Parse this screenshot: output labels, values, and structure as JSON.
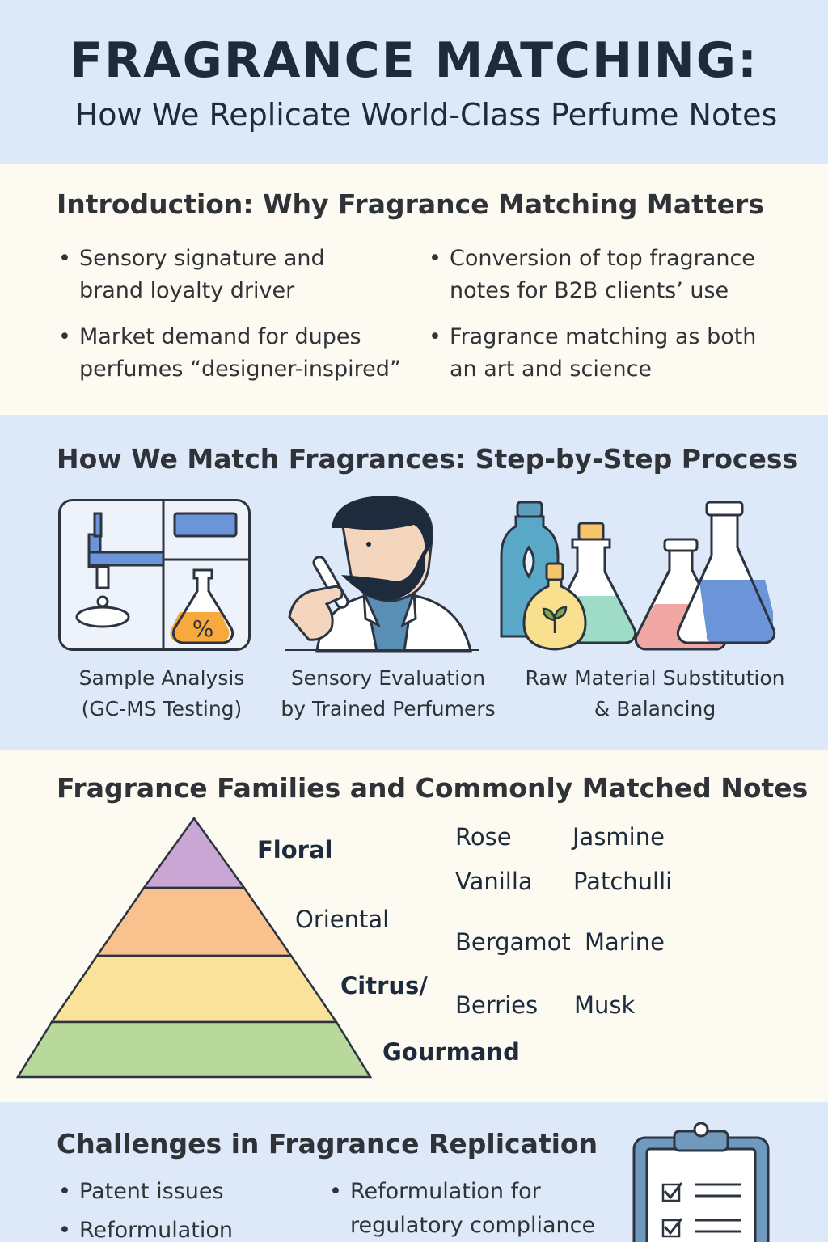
{
  "header": {
    "title": "FRAGRANCE MATCHING:",
    "subtitle": "How We Replicate World-Class Perfume Notes"
  },
  "intro": {
    "heading": "Introduction: Why Fragrance Matching Matters",
    "bullets": [
      [
        "Sensory signature and",
        "brand loyalty driver"
      ],
      [
        "Conversion of top fragrance",
        "notes for B2B clients’ use"
      ],
      [
        "Market demand for dupes",
        "perfumes “designer-inspired”"
      ],
      [
        "Fragrance matching as both",
        "an art and science"
      ]
    ]
  },
  "process": {
    "heading": "How We Match Fragrances: Step-by-Step Process",
    "steps": [
      {
        "line1": "Sample Analysis",
        "line2": "(GC-MS Testing)",
        "icon": "gc-ms-analyzer-icon"
      },
      {
        "line1": "Sensory Evaluation",
        "line2": "by Trained Perfumers",
        "icon": "perfumer-smelling-icon"
      },
      {
        "line1": "Raw Material Substitution",
        "line2": "& Balancing",
        "icon": "flasks-bottles-icon"
      }
    ],
    "percent_symbol": "%"
  },
  "families": {
    "heading": "Fragrance Families and Commonly Matched Notes",
    "tiers": [
      {
        "label": "Floral",
        "color": "#c9a6d4"
      },
      {
        "label": "Oriental",
        "color": "#f9c18e"
      },
      {
        "label": "Citrus/",
        "color": "#fbe29a"
      },
      {
        "label": "Gourmand",
        "color": "#b9d89c"
      }
    ],
    "notes": [
      [
        "Rose",
        "Jasmine"
      ],
      [
        "Vanilla",
        "Patchulli"
      ],
      [
        "Bergamot",
        "Marine"
      ],
      [
        "Berries",
        "Musk"
      ]
    ]
  },
  "challenges": {
    "heading": "Challenges in Fragrance Replication",
    "bullets_left": [
      "Patent issues",
      "Reformulation"
    ],
    "bullets_right": [
      "Reformulation for",
      "regulatory compliance"
    ],
    "icon": "checklist-clipboard-icon"
  },
  "colors": {
    "blue_band": "#dde8f8",
    "cream_band": "#fdfaf1",
    "title": "#1d2b3d",
    "accent_blue": "#6b95d8",
    "accent_orange": "#f7a93c"
  }
}
